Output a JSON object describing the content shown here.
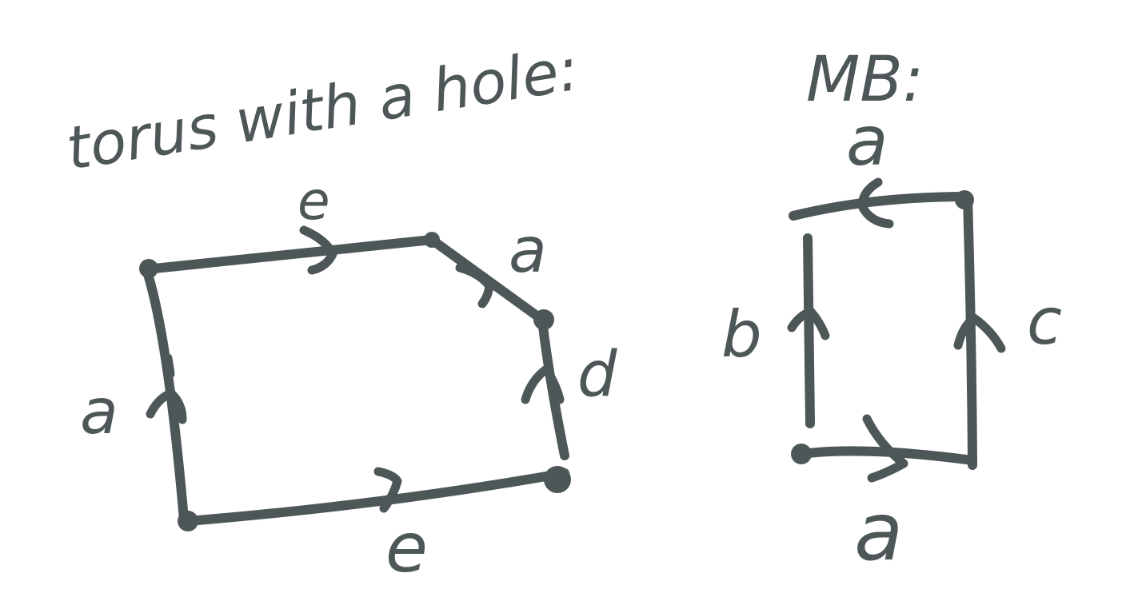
{
  "colors": {
    "ink": "#4d5757",
    "background": "#ffffff"
  },
  "torus_diagram": {
    "title": "torus with a hole:",
    "edges": {
      "top": "e",
      "upper_right": "a",
      "right": "d",
      "bottom": "e",
      "left": "a"
    }
  },
  "mobius_diagram": {
    "title": "MB:",
    "edges": {
      "top": "a",
      "left": "b",
      "right": "c",
      "bottom": "a"
    }
  }
}
